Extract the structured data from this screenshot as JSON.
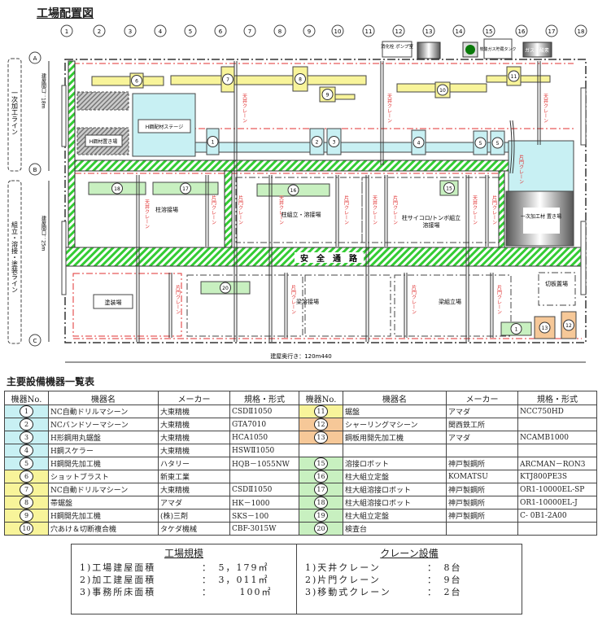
{
  "title": "工場配置図",
  "columns": [
    "1",
    "2",
    "3",
    "4",
    "5",
    "6",
    "7",
    "8",
    "9",
    "10",
    "11",
    "12",
    "13",
    "14",
    "15",
    "16",
    "17",
    "18"
  ],
  "rows": [
    "A",
    "B",
    "C"
  ],
  "side_labels": {
    "line1": "一次加工ライン",
    "line2": "組立・溶接・塗装ライン",
    "width1": "建屋間口：18m",
    "width2": "建屋間口：25m",
    "depth": "建屋奥行き：120m440"
  },
  "facilities": {
    "pump": "消化栓 ポンプ室",
    "co2": "炭酸ガス貯蔵タンク",
    "gas": "ガス・酸素"
  },
  "areas": {
    "steel_storage": "H鋼材置き場",
    "stage": "H鋼配材ステージ",
    "primary_storage": "一次加工材 置き場",
    "column_weld": "柱溶接場",
    "column_assembly": "柱組立・溶接場",
    "dice": "柱サイコロ/トンボ組立",
    "dice2": "溶接場",
    "paint": "塗装場",
    "beam_weld": "梁溶接場",
    "beam_assembly": "梁組立場",
    "plate": "切板置場",
    "safety": "安　全　通　路"
  },
  "cranes": {
    "overhead": "天井クレーン",
    "gantry": "片門クレーン"
  },
  "markers": {
    "m1": "1",
    "m2": "2",
    "m3": "3",
    "m4": "4",
    "m5": "5",
    "m6": "6",
    "m7": "7",
    "m8": "8",
    "m9": "9",
    "m10": "10",
    "m11": "11",
    "m12": "12",
    "m13": "13",
    "m15": "15",
    "m16": "16",
    "m17": "17",
    "m18": "18",
    "m20": "20"
  },
  "table_title": "主要設備機器一覧表",
  "table_headers": [
    "機器No.",
    "機器名",
    "メーカー",
    "規格・形式"
  ],
  "equipment_left": [
    {
      "no": "1",
      "name": "NC自動ドリルマシーン",
      "maker": "大東精機",
      "model": "CSDⅡ1050"
    },
    {
      "no": "2",
      "name": "NCバンドソーマシーン",
      "maker": "大東精機",
      "model": "GTA7010"
    },
    {
      "no": "3",
      "name": "H形鋼用丸鋸盤",
      "maker": "大東精機",
      "model": "HCA1050"
    },
    {
      "no": "4",
      "name": "H鋼スケラー",
      "maker": "大東精機",
      "model": "HSWⅡ1050"
    },
    {
      "no": "5",
      "name": "H鋼開先加工機",
      "maker": "ハタリー",
      "model": "HQB－1055NW"
    },
    {
      "no": "6",
      "name": "ショットブラスト",
      "maker": "新東工業",
      "model": ""
    },
    {
      "no": "7",
      "name": "NC自動ドリルマシーン",
      "maker": "大東精機",
      "model": "CSDⅡ1050"
    },
    {
      "no": "8",
      "name": "帯鋸盤",
      "maker": "アマダ",
      "model": "HK－1000"
    },
    {
      "no": "9",
      "name": "H鋼開先加工機",
      "maker": "(株)三剤",
      "model": "SKS－100"
    },
    {
      "no": "10",
      "name": "穴あけ＆切断複合機",
      "maker": "タケダ機械",
      "model": "CBF-3015W"
    }
  ],
  "equipment_right": [
    {
      "no": "11",
      "name": "鋸盤",
      "maker": "アマダ",
      "model": "NCC750HD"
    },
    {
      "no": "12",
      "name": "シャーリングマシーン",
      "maker": "関西鉄工所",
      "model": ""
    },
    {
      "no": "13",
      "name": "鋼板用開先加工機",
      "maker": "アマダ",
      "model": "NCAMB1000"
    },
    {
      "no": "",
      "name": "",
      "maker": "",
      "model": ""
    },
    {
      "no": "15",
      "name": "溶接ロボット",
      "maker": "神戸製鋼所",
      "model": "ARCMAN－RON3"
    },
    {
      "no": "16",
      "name": "柱大組立定盤",
      "maker": "KOMATSU",
      "model": "KTJ800PE3S"
    },
    {
      "no": "17",
      "name": "柱大組溶接ロボット",
      "maker": "神戸製鋼所",
      "model": "OR1-10000EL-SP"
    },
    {
      "no": "18",
      "name": "柱大組溶接ロボット",
      "maker": "神戸製鋼所",
      "model": "OR1-10000EL-J"
    },
    {
      "no": "19",
      "name": "柱大組立定盤",
      "maker": "神戸製鋼所",
      "model": "C- 0B1-2A00"
    },
    {
      "no": "20",
      "name": "検査台",
      "maker": "",
      "model": ""
    }
  ],
  "scale": {
    "title": "工場規模",
    "items": [
      {
        "label": "1)工場建屋面積",
        "value": "：　5，179㎡"
      },
      {
        "label": "2)加工建屋面積",
        "value": "：　3，011㎡"
      },
      {
        "label": "3)事務所床面積",
        "value": "：　　　100㎡"
      }
    ]
  },
  "crane_equipment": {
    "title": "クレーン設備",
    "items": [
      {
        "label": "1)天井クレーン",
        "value": "：　8台"
      },
      {
        "label": "2)片門クレーン",
        "value": "：　9台"
      },
      {
        "label": "3)移動式クレーン",
        "value": "：　2台"
      }
    ]
  },
  "colors": {
    "cyan": "#c8f0f3",
    "yellow": "#f8f49a",
    "orange": "#f6c898",
    "green": "#c8f0c0",
    "hatch": "#33cc33",
    "crane": "#e03030"
  }
}
